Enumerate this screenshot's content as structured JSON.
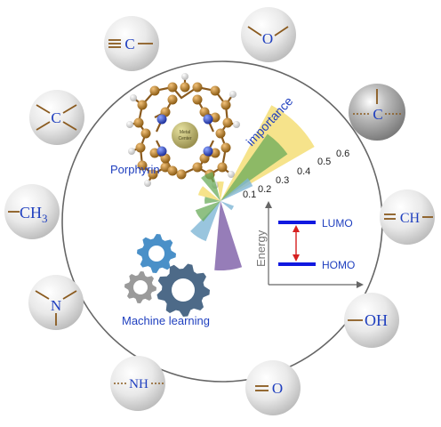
{
  "center_labels": {
    "porphyrin": "Porphyrin",
    "metal_center": [
      "Metal",
      "Center"
    ],
    "importance": "importance",
    "machine_learning": "Machine learning"
  },
  "radial_ticks": [
    "0.1",
    "0.2",
    "0.3",
    "0.4",
    "0.5",
    "0.6"
  ],
  "energy_diagram": {
    "axis_label": "Energy",
    "lumo_label": "LUMO",
    "homo_label": "HOMO"
  },
  "substituents": [
    {
      "name": "ethynyl",
      "prefix": "",
      "main": "C",
      "sub": ""
    },
    {
      "name": "methoxy",
      "prefix": "",
      "main": "O",
      "sub": ""
    },
    {
      "name": "quaternary-carbon",
      "prefix": "",
      "main": "C",
      "sub": ""
    },
    {
      "name": "tertiary-carbon",
      "prefix": "",
      "main": "C",
      "sub": ""
    },
    {
      "name": "vinylidene",
      "prefix": "",
      "main": "CH",
      "sub": ""
    },
    {
      "name": "methyl",
      "prefix": "",
      "main": "CH",
      "sub": "3"
    },
    {
      "name": "hydroxyl",
      "prefix": "",
      "main": "OH",
      "sub": ""
    },
    {
      "name": "dimethylamino",
      "prefix": "",
      "main": "N",
      "sub": ""
    },
    {
      "name": "amino",
      "prefix": "",
      "main": "NH",
      "sub": ""
    },
    {
      "name": "carbonyl",
      "prefix": "",
      "main": "O",
      "sub": ""
    }
  ],
  "colors": {
    "bond": "#8a5a1e",
    "atom_label": "#1f3fbf",
    "circle_outline": "#666666",
    "rose_yellow": "#f2d75a",
    "rose_green": "#6aab5a",
    "rose_blue": "#7fb6d6",
    "rose_purple": "#8b6fb0",
    "gear_blue": "#4a90c8",
    "gear_gray": "#9a9a9a",
    "gear_dark": "#4d6a88",
    "lumo_homo": "#1018e0",
    "arrow_red": "#d62020"
  }
}
